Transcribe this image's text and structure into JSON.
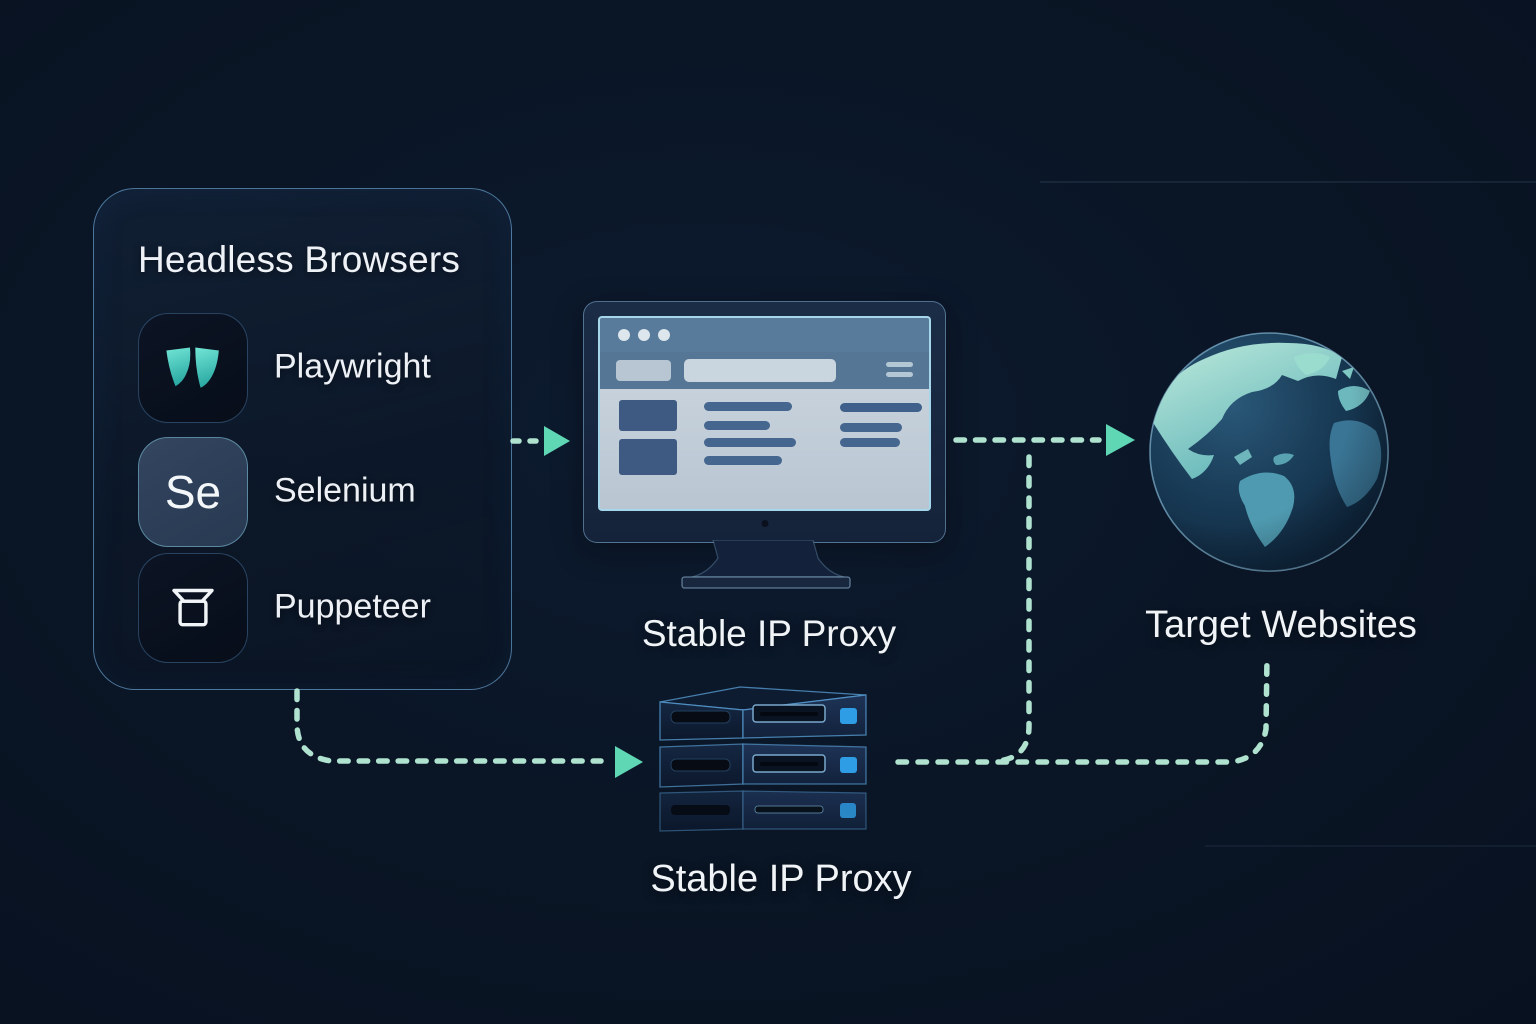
{
  "panel": {
    "title": "Headless Browsers",
    "items": [
      {
        "id": "playwright",
        "label": "Playwright",
        "icon": "playwright-logo-icon"
      },
      {
        "id": "selenium",
        "label": "Selenium",
        "icon": "selenium-logo-icon",
        "icon_text": "Se"
      },
      {
        "id": "puppeteer",
        "label": "Puppeteer",
        "icon": "puppeteer-logo-icon"
      }
    ]
  },
  "nodes": {
    "monitor_proxy": {
      "label": "Stable IP Proxy",
      "icon": "desktop-monitor-browser-icon"
    },
    "server_proxy": {
      "label": "Stable IP Proxy",
      "icon": "server-stack-icon"
    },
    "target": {
      "label": "Target Websites",
      "icon": "globe-icon"
    }
  },
  "connectors": [
    {
      "from": "headless-browsers",
      "to": "monitor-proxy",
      "style": "dotted-arrow"
    },
    {
      "from": "monitor-proxy",
      "to": "target-websites",
      "style": "dotted-arrow"
    },
    {
      "from": "headless-browsers",
      "to": "server-proxy",
      "style": "dotted-arrow"
    },
    {
      "from": "server-proxy",
      "to": "target-websites",
      "style": "dotted-line"
    },
    {
      "from": "server-proxy-line",
      "to": "monitor-to-target-line",
      "style": "dotted-junction"
    }
  ],
  "colors": {
    "background": "#0a1424",
    "panel_border": "#6ea8d7",
    "accent_teal": "#3ecdc4",
    "dash_mint": "#b9edd9",
    "arrow_teal": "#5fd6b4",
    "led_blue": "#2f9de6",
    "text_primary": "#eef2f6",
    "screen_light": "#c3cfd9",
    "chrome_slate": "#587b9b"
  }
}
